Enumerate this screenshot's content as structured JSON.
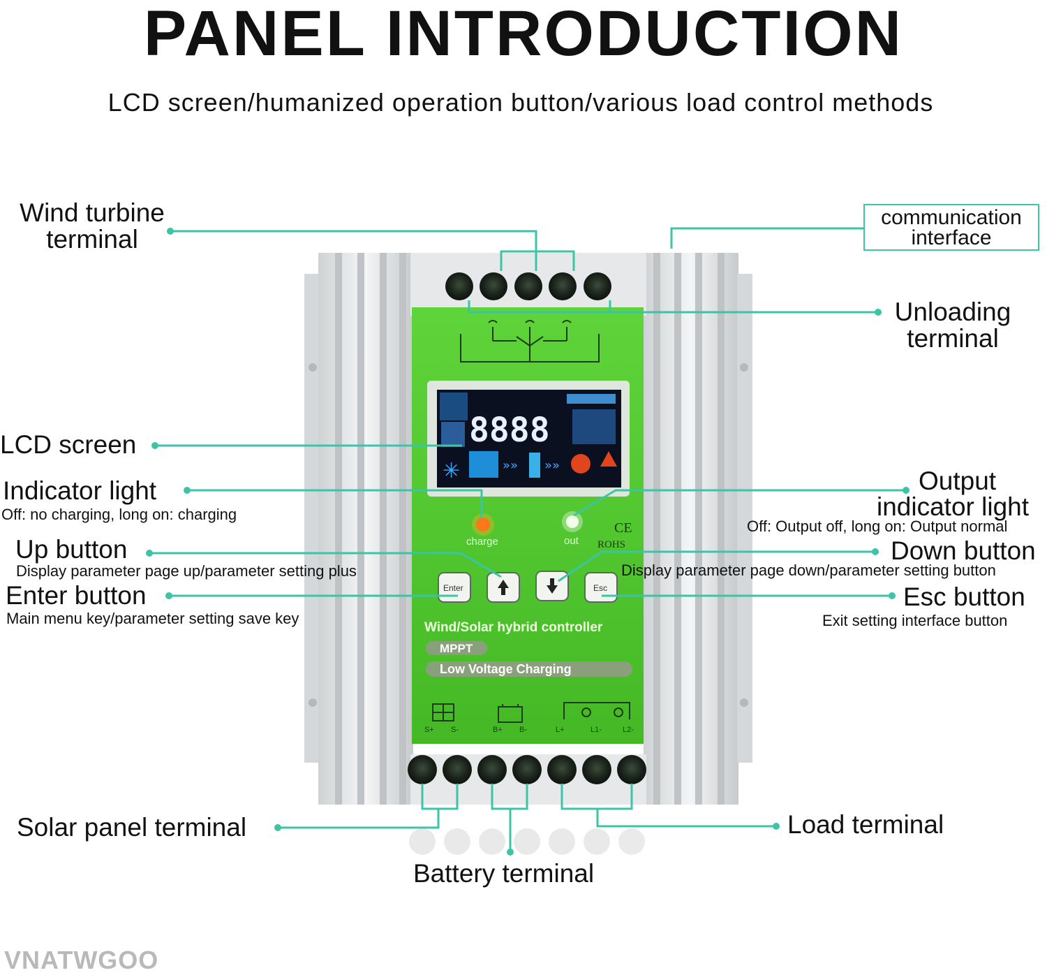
{
  "title": "PANEL INTRODUCTION",
  "subtitle": "LCD screen/humanized operation button/various load control methods",
  "watermark": "VNATWGOO",
  "accent_color": "#3cc4a7",
  "device": {
    "panel_color": "#4ec72c",
    "lcd_digits": "8888",
    "led_charge_label": "charge",
    "led_out_label": "out",
    "cert_ce": "CE",
    "cert_rohs": "ROHS",
    "btn_enter": "Enter",
    "btn_esc": "Esc",
    "line1": "Wind/Solar hybrid controller",
    "line2": "MPPT",
    "line3": "Low Voltage Charging",
    "terminals_bottom": [
      "S+",
      "S-",
      "B+",
      "B-",
      "L+",
      "L1-",
      "L2-"
    ]
  },
  "labels": {
    "wind_turbine": [
      "Wind turbine",
      "terminal"
    ],
    "communication": [
      "communication",
      "interface"
    ],
    "unloading": [
      "Unloading",
      "terminal"
    ],
    "lcd_screen": "LCD screen",
    "indicator_light": {
      "title": "Indicator light",
      "desc": "Off: no charging, long on: charging"
    },
    "output_indicator": {
      "title": [
        "Output",
        "indicator light"
      ],
      "desc": "Off: Output off, long on: Output normal"
    },
    "up_button": {
      "title": "Up button",
      "desc": "Display parameter page up/parameter setting plus"
    },
    "down_button": {
      "title": "Down button",
      "desc": "Display parameter page down/parameter setting button"
    },
    "enter_button": {
      "title": "Enter button",
      "desc": "Main menu key/parameter setting save key"
    },
    "esc_button": {
      "title": "Esc button",
      "desc": "Exit setting interface button"
    },
    "solar_panel": "Solar panel terminal",
    "battery": "Battery terminal",
    "load": "Load terminal"
  }
}
